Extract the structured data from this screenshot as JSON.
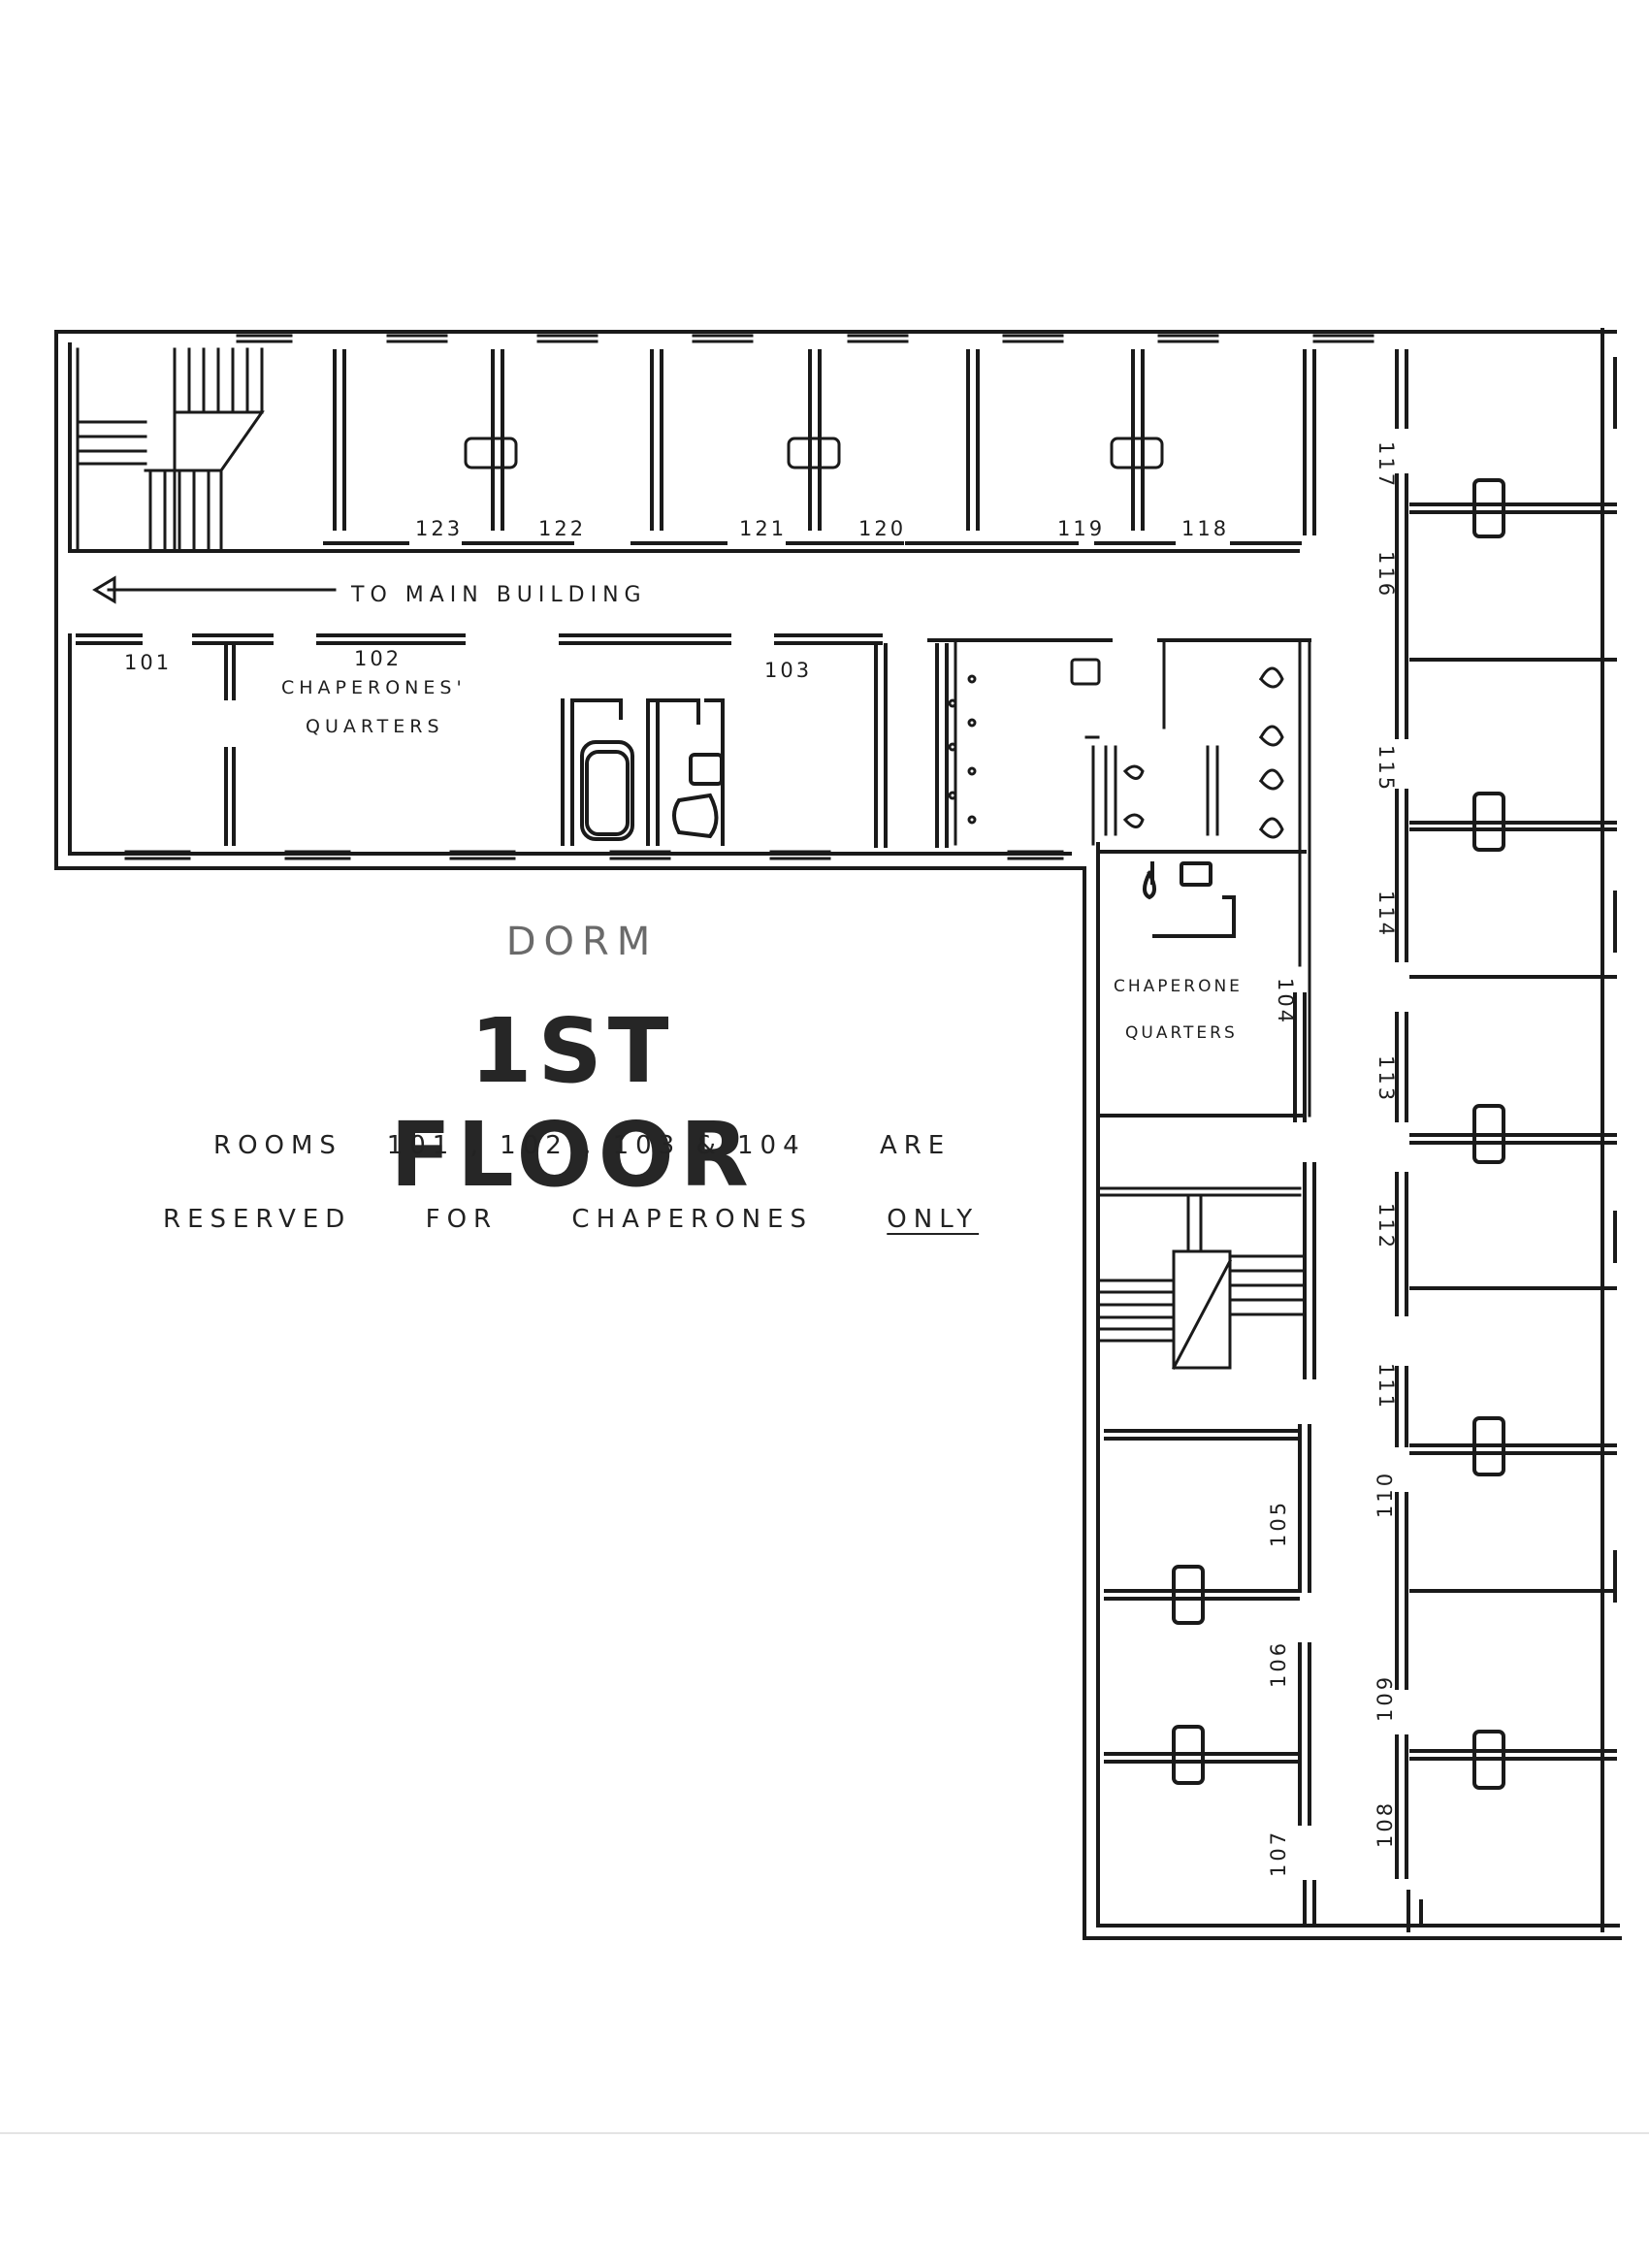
{
  "heading": {
    "building": "DORM",
    "floor": "1ST FLOOR"
  },
  "note": {
    "line1": "ROOMS   101 , 102 , 103 & 104     ARE",
    "line2_pre": "RESERVED     FOR     CHAPERONES     ",
    "line2_emph": "ONLY"
  },
  "direction": "TO   MAIN   BUILDING",
  "labels": {
    "chaperones_quarters_a": "CHAPERONES'",
    "chaperones_quarters_b": "QUARTERS",
    "chaperone_quarters_a": "CHAPERONE",
    "chaperone_quarters_b": "QUARTERS"
  },
  "rooms": {
    "r101": "101",
    "r102": "102",
    "r103": "103",
    "r104": "104",
    "r105": "105",
    "r106": "106",
    "r107": "107",
    "r108": "108",
    "r109": "109",
    "r110": "110",
    "r111": "111",
    "r112": "112",
    "r113": "113",
    "r114": "114",
    "r115": "115",
    "r116": "116",
    "r117": "117",
    "r118": "118",
    "r119": "119",
    "r120": "120",
    "r121": "121",
    "r122": "122",
    "r123": "123"
  }
}
